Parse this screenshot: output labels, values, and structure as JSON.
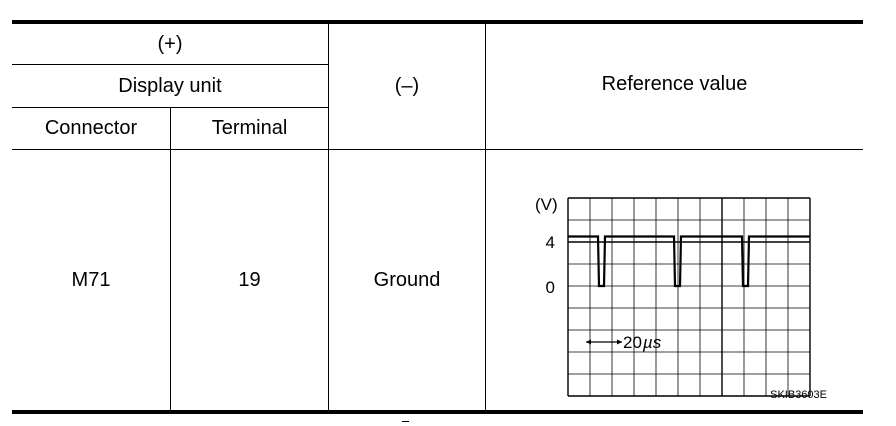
{
  "table": {
    "header": {
      "plus": "(+)",
      "display_unit": "Display unit",
      "connector": "Connector",
      "terminal": "Terminal",
      "minus": "(–)",
      "reference_value": "Reference value"
    },
    "row": {
      "connector": "M71",
      "terminal": "19",
      "minus": "Ground"
    }
  },
  "scope": {
    "y_unit": "(V)",
    "y_tick_high": "4",
    "y_tick_low": "0",
    "time_scale": "20",
    "time_unit": "µs",
    "figure_code": "SKIB3603E",
    "signal_high_v": 4.5,
    "signal_low_v": 0,
    "grid_columns": 11,
    "grid_rows": 9
  }
}
